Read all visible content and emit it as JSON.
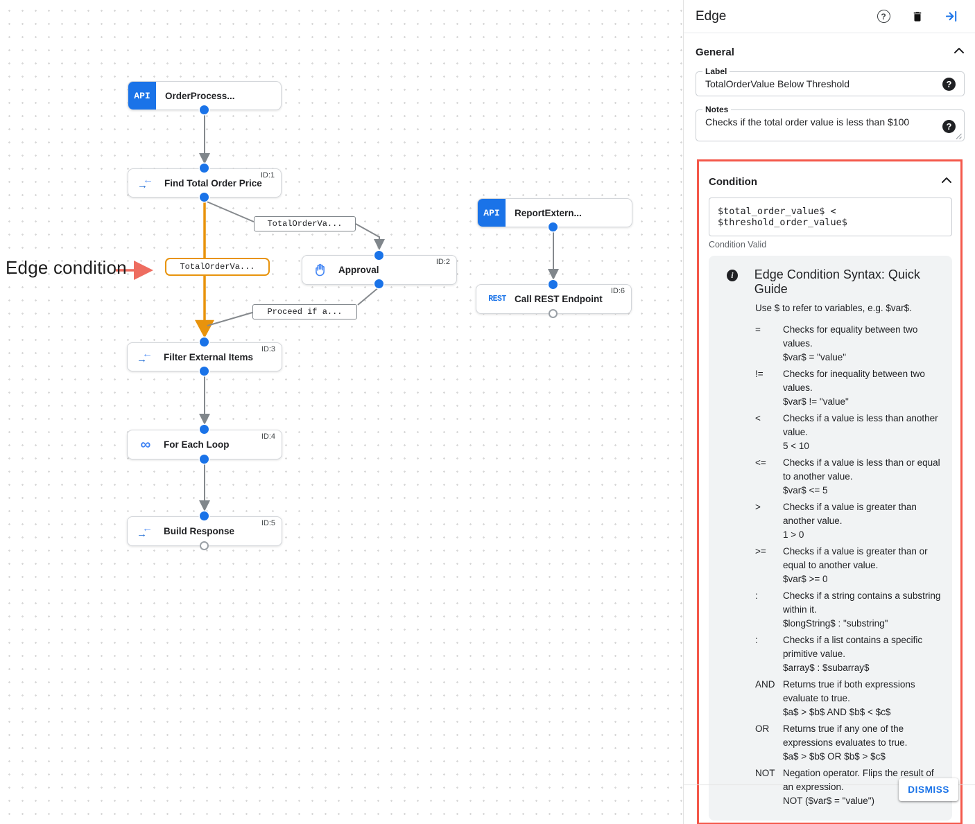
{
  "panel": {
    "title": "Edge",
    "general": {
      "title": "General",
      "label_field": {
        "label": "Label",
        "value": "TotalOrderValue Below Threshold"
      },
      "notes_field": {
        "label": "Notes",
        "value": "Checks if the total order value is less than $100"
      }
    },
    "condition": {
      "title": "Condition",
      "expression": "$total_order_value$ < $threshold_order_value$",
      "status": "Condition Valid",
      "guide": {
        "title": "Edge Condition Syntax: Quick Guide",
        "intro": "Use $ to refer to variables, e.g. $var$.",
        "rows": [
          {
            "op": "=",
            "desc": "Checks for equality between two values.",
            "example": "$var$ = \"value\""
          },
          {
            "op": "!=",
            "desc": "Checks for inequality between two values.",
            "example": "$var$ != \"value\""
          },
          {
            "op": "<",
            "desc": "Checks if a value is less than another value.",
            "example": "5 < 10"
          },
          {
            "op": "<=",
            "desc": "Checks if a value is less than or equal to another value.",
            "example": "$var$ <= 5"
          },
          {
            "op": ">",
            "desc": "Checks if a value is greater than another value.",
            "example": "1 > 0"
          },
          {
            "op": ">=",
            "desc": "Checks if a value is greater than or equal to another value.",
            "example": "$var$ >= 0"
          },
          {
            "op": ":",
            "desc": "Checks if a string contains a substring within it.",
            "example": "$longString$ : \"substring\""
          },
          {
            "op": ":",
            "desc": "Checks if a list contains a specific primitive value.",
            "example": "$array$ : $subarray$"
          },
          {
            "op": "AND",
            "desc": "Returns true if both expressions evaluate to true.",
            "example": "$a$ > $b$ AND $b$ < $c$"
          },
          {
            "op": "OR",
            "desc": "Returns true if any one of the expressions evaluates to true.",
            "example": "$a$ > $b$ OR $b$ > $c$"
          },
          {
            "op": "NOT",
            "desc": "Negation operator. Flips the result of an expression.",
            "example": "NOT ($var$ = \"value\")"
          }
        ]
      }
    },
    "dismiss_label": "DISMISS"
  },
  "icon_glyphs": {
    "help": "?",
    "info": "i",
    "map_arrow_right": "→",
    "map_arrow_left": "←",
    "loop": "∞"
  },
  "canvas": {
    "annotation": {
      "text": "Edge condition"
    },
    "nodes": [
      {
        "label": "OrderProcess...",
        "badge": "API"
      },
      {
        "label": "Find Total Order Price",
        "id": "ID:1"
      },
      {
        "label": "Approval",
        "id": "ID:2"
      },
      {
        "label": "ReportExtern...",
        "badge": "API"
      },
      {
        "label": "Call REST Endpoint",
        "id": "ID:6",
        "badge": "REST"
      },
      {
        "label": "Filter External Items",
        "id": "ID:3"
      },
      {
        "label": "For Each Loop",
        "id": "ID:4"
      },
      {
        "label": "Build Response",
        "id": "ID:5"
      }
    ],
    "edge_labels": [
      {
        "text": "TotalOrderVa..."
      },
      {
        "text": "TotalOrderVa..."
      },
      {
        "text": "Proceed if a..."
      }
    ]
  },
  "colors": {
    "accent_blue": "#1a73e8",
    "selected_orange": "#e8930c",
    "alert_red": "#f4584a",
    "edge_gray": "#80868b"
  }
}
